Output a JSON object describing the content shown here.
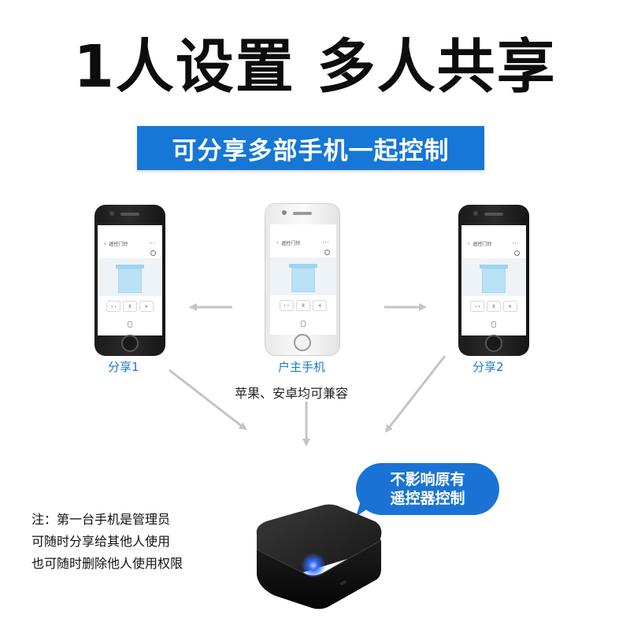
{
  "headline": "1人设置 多人共享",
  "banner": "可分享多部手机一起控制",
  "phones": {
    "left": {
      "caption": "分享1",
      "app_title": "遥控门铃",
      "menu": "···",
      "buttons": [
        "‹ ›",
        "II",
        "×"
      ]
    },
    "center": {
      "caption": "户主手机",
      "app_title": "遥控门铃",
      "menu": "···",
      "buttons": [
        "‹ ›",
        "II",
        "×"
      ]
    },
    "right": {
      "caption": "分享2",
      "app_title": "遥控门铃",
      "menu": "···",
      "buttons": [
        "‹ ›",
        "II",
        "×"
      ]
    }
  },
  "compat_text": "苹果、安卓均可兼容",
  "bubble": {
    "line1": "不影响原有",
    "line2": "遥控器控制"
  },
  "note": {
    "line1": "注：第一台手机是管理员",
    "line2": "可随时分享给其他人使用",
    "line3": "也可随时删除他人使用权限"
  },
  "colors": {
    "accent_blue": "#1677d6",
    "caption_blue": "#1877d2",
    "arrow_gray": "#c4c4c4",
    "device_led": "#2f6bff"
  }
}
